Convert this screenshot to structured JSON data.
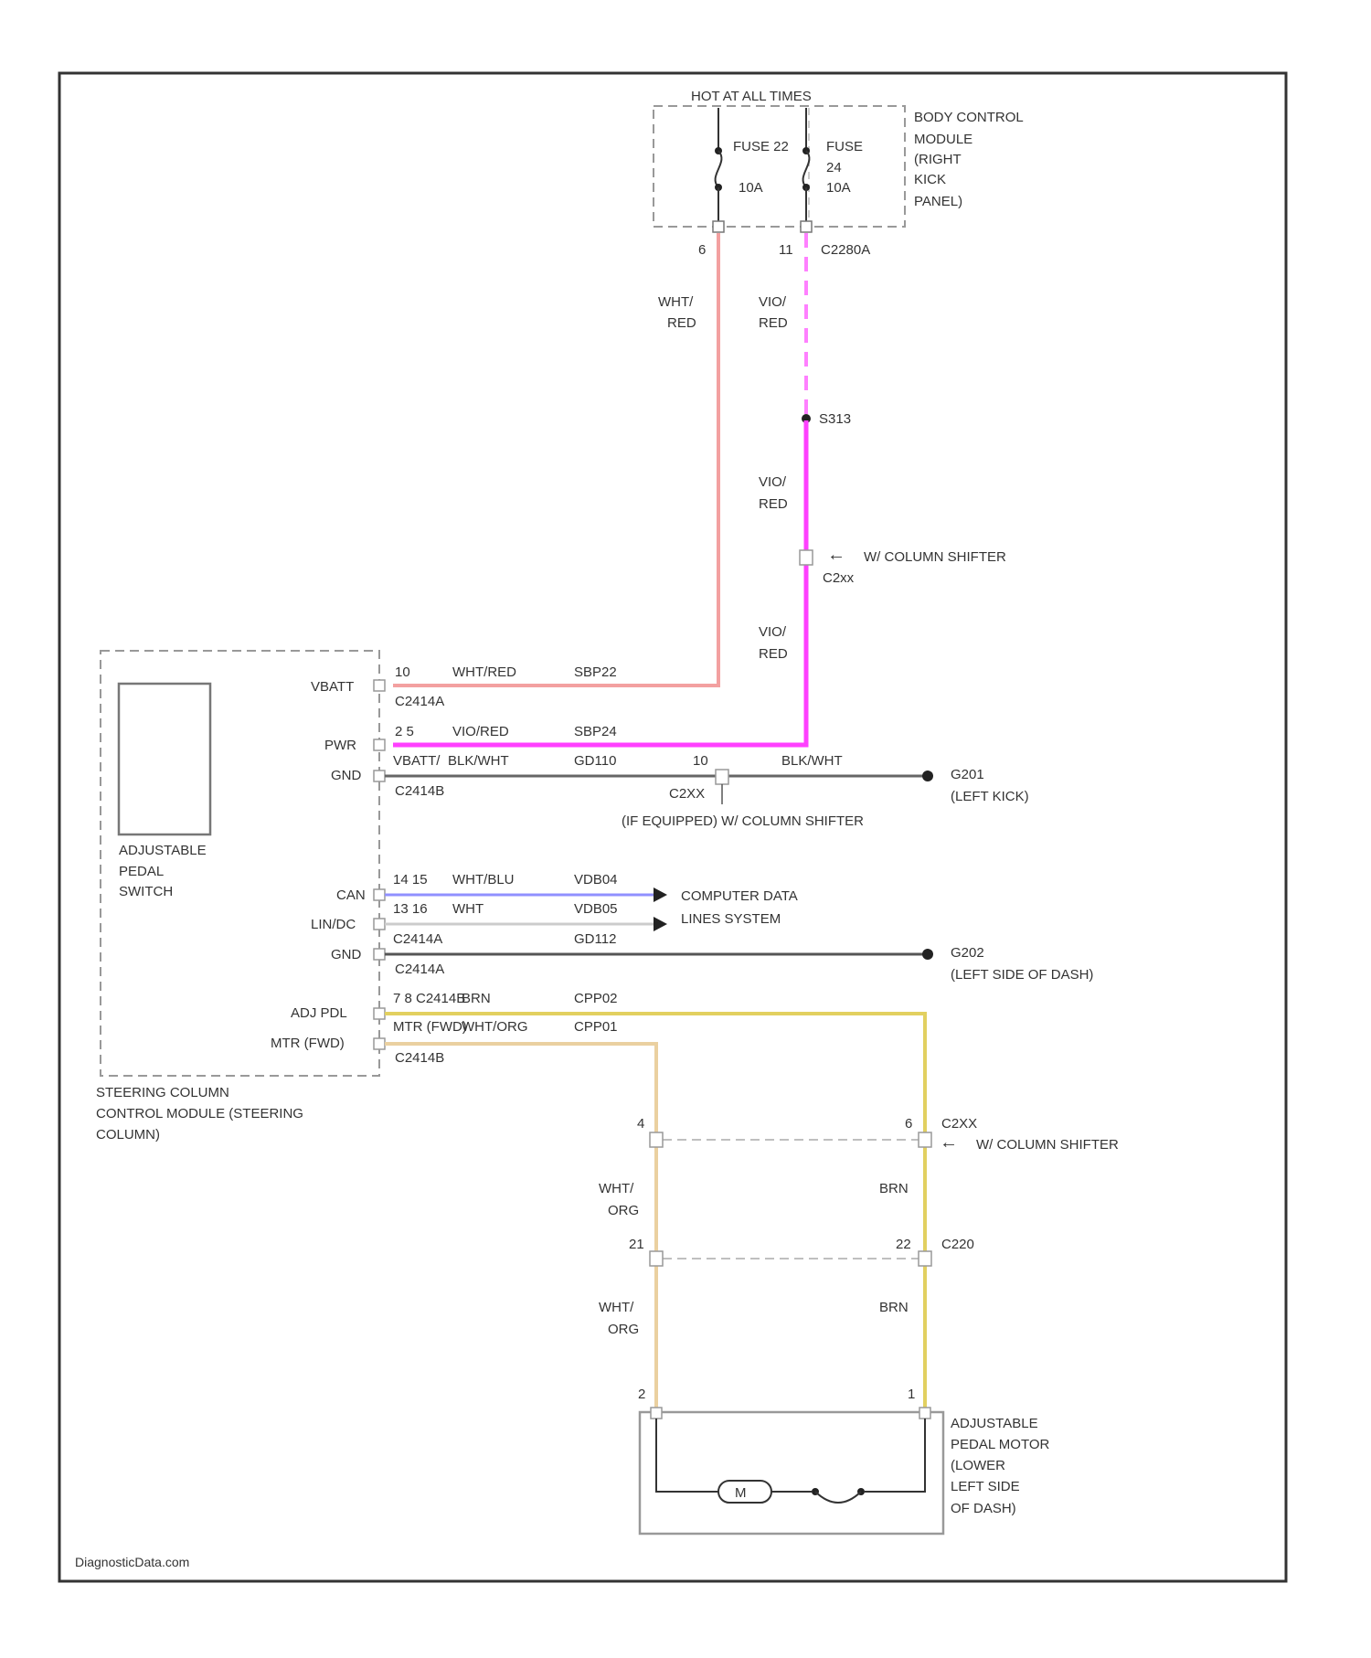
{
  "colors": {
    "pink": "#f08080",
    "magenta": "#ff40ff",
    "magenta_dashed": "#ff80ff",
    "gray": "#555555",
    "blue": "#9090ff",
    "white": "#dddddd",
    "yellow": "#e2d060",
    "tan": "#ead0a0",
    "frame": "#333333"
  },
  "fuse_box": {
    "title": "HOT AT ALL TIMES",
    "label_lines": [
      "BODY CONTROL",
      "MODULE",
      "(RIGHT",
      "KICK",
      "PANEL)"
    ],
    "fuse1_lines": [
      "FUSE 22",
      "",
      "10A"
    ],
    "fuse2_lines": [
      "FUSE",
      "24",
      "10A"
    ],
    "pin1": "6",
    "pin2": "11",
    "connector": "C2280A"
  },
  "wires": {
    "wht_red_lines": [
      "WHT/",
      "RED"
    ],
    "vio_red_lines": [
      "VIO/",
      "RED"
    ],
    "splice": "S313",
    "c2xx": {
      "name": "C2xx",
      "note": "W/ COLUMN SHIFTER"
    }
  },
  "sccm": {
    "label_lines": [
      "STEERING COLUMN",
      "CONTROL MODULE (STEERING",
      "COLUMN)"
    ],
    "switch_lines": [
      "ADJUSTABLE",
      "PEDAL",
      "SWITCH"
    ],
    "pins": {
      "vbatt": "VBATT",
      "pwr": "PWR",
      "gnd1": "GND",
      "can": "CAN",
      "lin": "LIN/DC",
      "gnd2": "GND",
      "adj": "ADJ PDL",
      "mtr": "MTR (FWD)"
    },
    "rows": {
      "r1": [
        "10",
        "WHT/RED",
        "SBP22"
      ],
      "r1c": "C2414A",
      "r2": [
        "2 5",
        "VIO/RED",
        "SBP24"
      ],
      "r3": [
        "VBATT/",
        "BLK/WHT",
        "GD110",
        "10",
        "BLK/WHT"
      ],
      "r3c": "C2414B",
      "c2xx_b": "C2XX",
      "c2xx_b_note": "(IF EQUIPPED) W/ COLUMN SHIFTER",
      "r4": [
        "14 15",
        "WHT/BLU",
        "VDB04"
      ],
      "r5": [
        "13 16",
        "WHT",
        "VDB05"
      ],
      "r6": [
        "C2414A",
        "",
        "GD112"
      ],
      "r6c": "C2414A",
      "r7": [
        "7 8",
        "C2414B",
        "BRN",
        "CPP02"
      ],
      "r8": [
        "MTR (FWD)",
        "",
        "WHT/ORG",
        "CPP01"
      ],
      "r8c": "C2414B"
    },
    "g1": {
      "name": "G201",
      "loc": "(LEFT KICK)"
    },
    "g2": {
      "name": "G202",
      "loc": "(LEFT SIDE OF DASH)"
    },
    "cds": {
      "lines": [
        "COMPUTER DATA",
        "LINES SYSTEM"
      ]
    }
  },
  "motor": {
    "label_lines": [
      "ADJUSTABLE",
      "PEDAL MOTOR",
      "(LOWER",
      "LEFT SIDE",
      "OF DASH)"
    ],
    "pin_left": "2",
    "pin_right": "1",
    "m": "M",
    "c1": {
      "left_pin": "4",
      "right_pin": "6",
      "name": "C2XX",
      "note": "W/ COLUMN SHIFTER"
    },
    "c2": {
      "left_pin": "21",
      "right_pin": "22",
      "name": "C220"
    },
    "wht_org_lines": [
      "WHT/",
      "ORG"
    ],
    "brn": "BRN"
  },
  "footer": "DiagnosticData.com"
}
